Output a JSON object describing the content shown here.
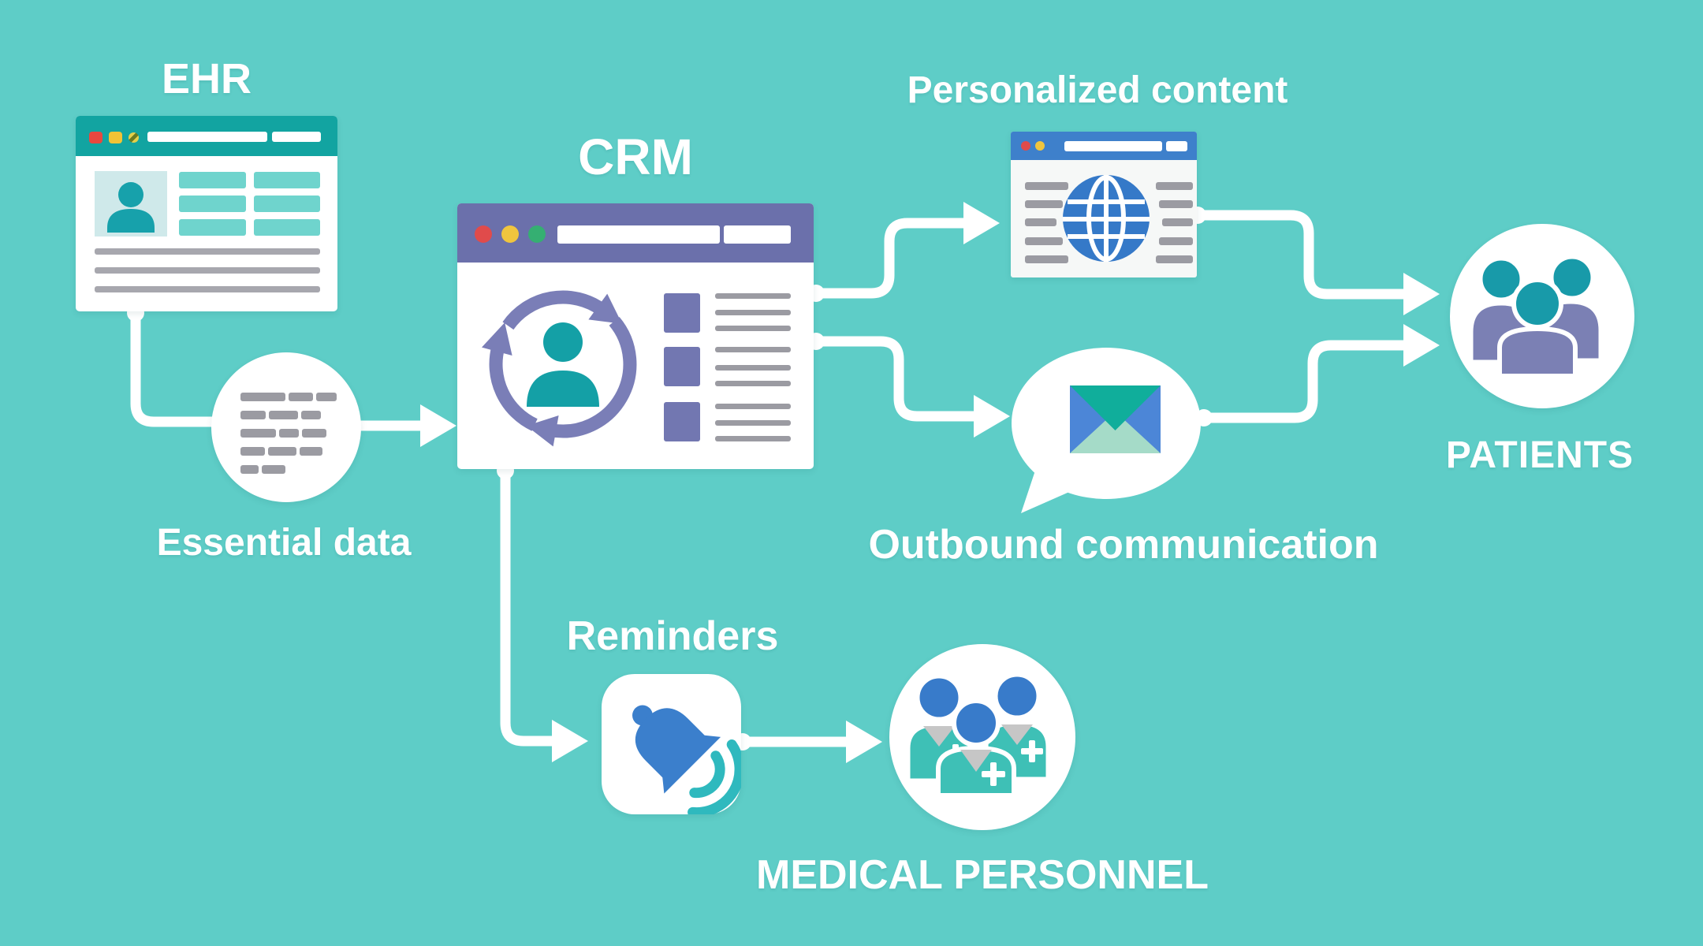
{
  "diagram_title": "EHR to CRM patient communication flow",
  "nodes": {
    "ehr": {
      "label": "EHR",
      "type": "browser-window"
    },
    "essential_data": {
      "label": "Essential data",
      "type": "data-circle"
    },
    "crm": {
      "label": "CRM",
      "type": "browser-window"
    },
    "personalized_content": {
      "label": "Personalized content",
      "type": "browser-window"
    },
    "outbound_communication": {
      "label": "Outbound communication",
      "type": "speech-bubble"
    },
    "reminders": {
      "label": "Reminders",
      "type": "app-tile"
    },
    "patients": {
      "label": "PATIENTS",
      "type": "people-circle"
    },
    "medical_personnel": {
      "label": "MEDICAL PERSONNEL",
      "type": "people-circle"
    }
  },
  "edges": [
    {
      "from": "EHR",
      "to": "Essential data"
    },
    {
      "from": "Essential data",
      "to": "CRM"
    },
    {
      "from": "CRM",
      "to": "Personalized content"
    },
    {
      "from": "CRM",
      "to": "Outbound communication"
    },
    {
      "from": "CRM",
      "to": "Reminders"
    },
    {
      "from": "Personalized content",
      "to": "PATIENTS"
    },
    {
      "from": "Outbound communication",
      "to": "PATIENTS"
    },
    {
      "from": "Reminders",
      "to": "MEDICAL PERSONNEL"
    }
  ],
  "icons": {
    "ehr": "patient-record-icon",
    "essential_data": "text-snippets-icon",
    "crm": "contact-sync-icon",
    "personalized_content": "globe-icon",
    "outbound_communication": "email-envelope-icon",
    "reminders": "bell-icon",
    "patients": "people-group-icon",
    "medical_personnel": "medical-staff-icon"
  },
  "colors": {
    "background": "#5ECDC7",
    "white": "#FFFFFF",
    "ehr_header": "#12A4A1",
    "ehr_row_teal": "#6FD4CD",
    "avatar_bg": "#CFE9EA",
    "person_teal": "#17A1AB",
    "crm_header": "#6B70AB",
    "crm_purple": "#7277B1",
    "sync_arrow_purple": "#7A7EB7",
    "content_header": "#3E80CB",
    "globe_blue": "#3579C8",
    "bell_blue": "#3B7FCC",
    "wave_teal": "#2FB9BE",
    "envelope_flap": "#10AE9B",
    "envelope_side": "#4C86D7",
    "envelope_bottom": "#A5DBC8",
    "patients_head": "#189AA9",
    "patients_body": "#7B80B4",
    "medical_head": "#387BCA",
    "medical_scrub": "#3EC0B6",
    "collar_gray": "#C6C6C6",
    "text_line_gray": "#9B9BA2",
    "dot_red": "#E04B4B",
    "dot_yellow": "#F0C53E",
    "dot_green": "#35AF72"
  }
}
